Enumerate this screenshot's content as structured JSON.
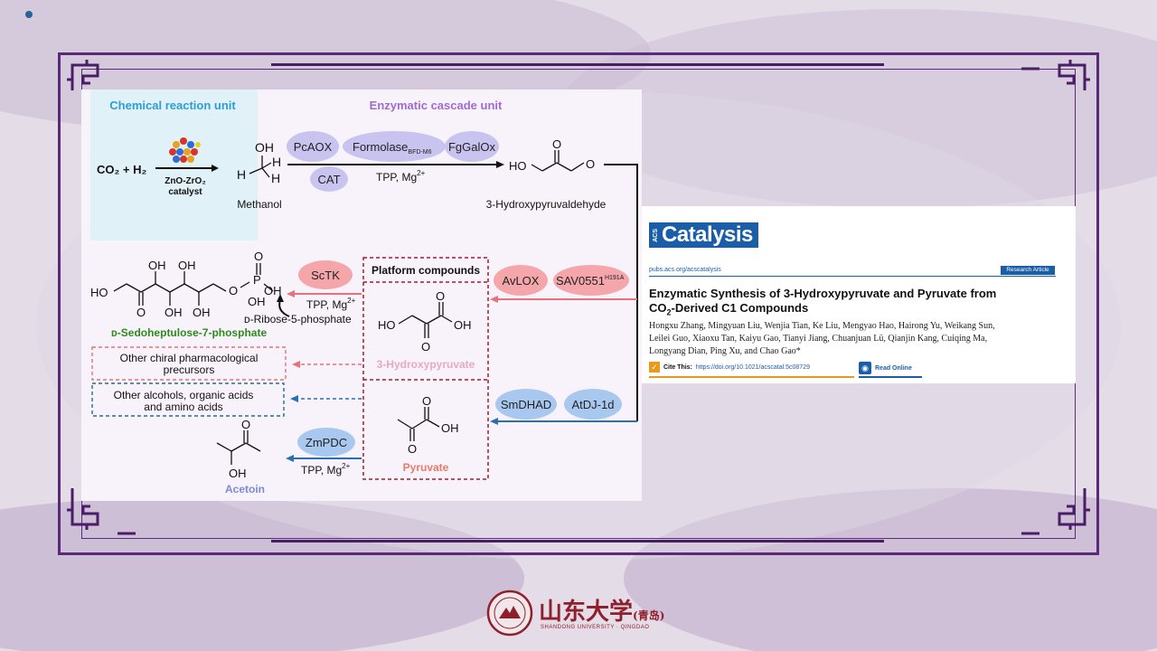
{
  "diagram": {
    "units": {
      "chemical": "Chemical reaction unit",
      "enzymatic": "Enzymatic cascade unit"
    },
    "reactants": "CO₂ + H₂",
    "catalyst": {
      "line1": "ZnO-ZrO₂",
      "line2": "catalyst"
    },
    "methanol_label": "Methanol",
    "enzymes_top": [
      "PcAOX",
      "FormolaseBFD-M6",
      "FgGalOx",
      "CAT"
    ],
    "cofactor_top": "TPP, Mg2+",
    "aldehyde_label": "3-Hydroxypyruvaldehyde",
    "platform_title": "Platform compounds",
    "hpa_label": "3-Hydroxypyruvate",
    "pyruvate_label": "Pyruvate",
    "enzymes_hpa": [
      "AvLOX",
      "SAV0551H191A"
    ],
    "enzymes_pyr": [
      "SmDHAD",
      "AtDJ-1d"
    ],
    "sctk": "ScTK",
    "cofactor_sctk": "TPP, Mg2+",
    "ribose": "D-Ribose-5-phosphate",
    "sedoheptulose": "D-Sedoheptulose-7-phosphate",
    "other_chiral": {
      "line1": "Other chiral pharmacological",
      "line2": "precursors"
    },
    "other_alcohols": {
      "line1": "Other alcohols, organic acids",
      "line2": "and amino acids"
    },
    "zmpdc": "ZmPDC",
    "cofactor_pdc": "TPP, Mg2+",
    "acetoin": "Acetoin"
  },
  "paper": {
    "journal_prefix": "ACS",
    "journal": "Catalysis",
    "url": "pubs.acs.org/acscatalysis",
    "article_type": "Research Article",
    "title_line1": "Enzymatic Synthesis of 3-Hydroxypyruvate and Pyruvate from",
    "title_line2": "CO₂-Derived C1 Compounds",
    "authors_line1": "Hongxu Zhang, Mingyuan Liu, Wenjia Tian, Ke Liu, Mengyao Hao, Hairong Yu, Weikang Sun,",
    "authors_line2": "Leilei Guo, Xiaoxu Tan, Kaiyu Gao, Tianyi Jiang, Chuanjuan Lü, Qianjin Kang, Cuiqing Ma,",
    "authors_line3": "Longyang Dian, Ping Xu, and Chao Gao*",
    "cite_label": "Cite This:",
    "doi": "https://doi.org/10.1021/acscatal.5c08729",
    "read_online": "Read Online"
  },
  "footer": {
    "university_cn": "山东大学",
    "campus_cn": "(青岛)",
    "university_en": "SHANDONG UNIVERSITY · QINGDAO"
  },
  "colors": {
    "frame": "#5a2a7a",
    "pink": "#f4a6ab",
    "blue_enzyme": "#a9c8ef",
    "lavender": "#c9c3ef",
    "dark_red": "#a31d2a",
    "green": "#2e8b1e",
    "acs_blue": "#1b5ea8"
  }
}
